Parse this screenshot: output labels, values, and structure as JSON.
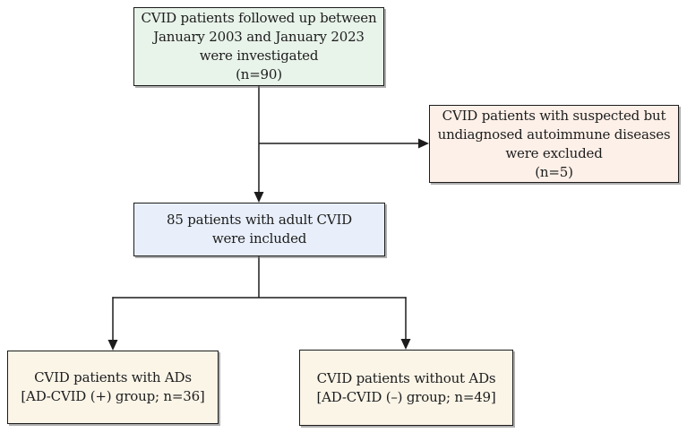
{
  "figure": {
    "type": "flowchart",
    "description": "Patient selection flow diagram for CVID study"
  },
  "colors": {
    "border": "#1c1c1c",
    "arrow": "#1c1c1c",
    "box_investigated": "#e8f3ea",
    "box_excluded": "#fdf0e8",
    "box_included": "#e8effa",
    "box_with_ads": "#fbf5e8",
    "box_without_ads": "#fbf5e8"
  },
  "boxes": {
    "investigated": {
      "lines": [
        "CVID patients followed up between",
        "January 2003 and January 2023",
        "were investigated",
        "(n=90)"
      ]
    },
    "excluded": {
      "lines": [
        "CVID patients with suspected but",
        "undiagnosed autoimmune diseases",
        "were excluded",
        "(n=5)"
      ]
    },
    "included": {
      "lines": [
        "85 patients with adult CVID",
        "were included"
      ]
    },
    "with_ads": {
      "lines": [
        "CVID patients with ADs",
        "[AD-CVID (+) group; n=36]"
      ]
    },
    "without_ads": {
      "lines": [
        "CVID patients without ADs",
        "[AD-CVID (–) group; n=49]"
      ]
    }
  }
}
